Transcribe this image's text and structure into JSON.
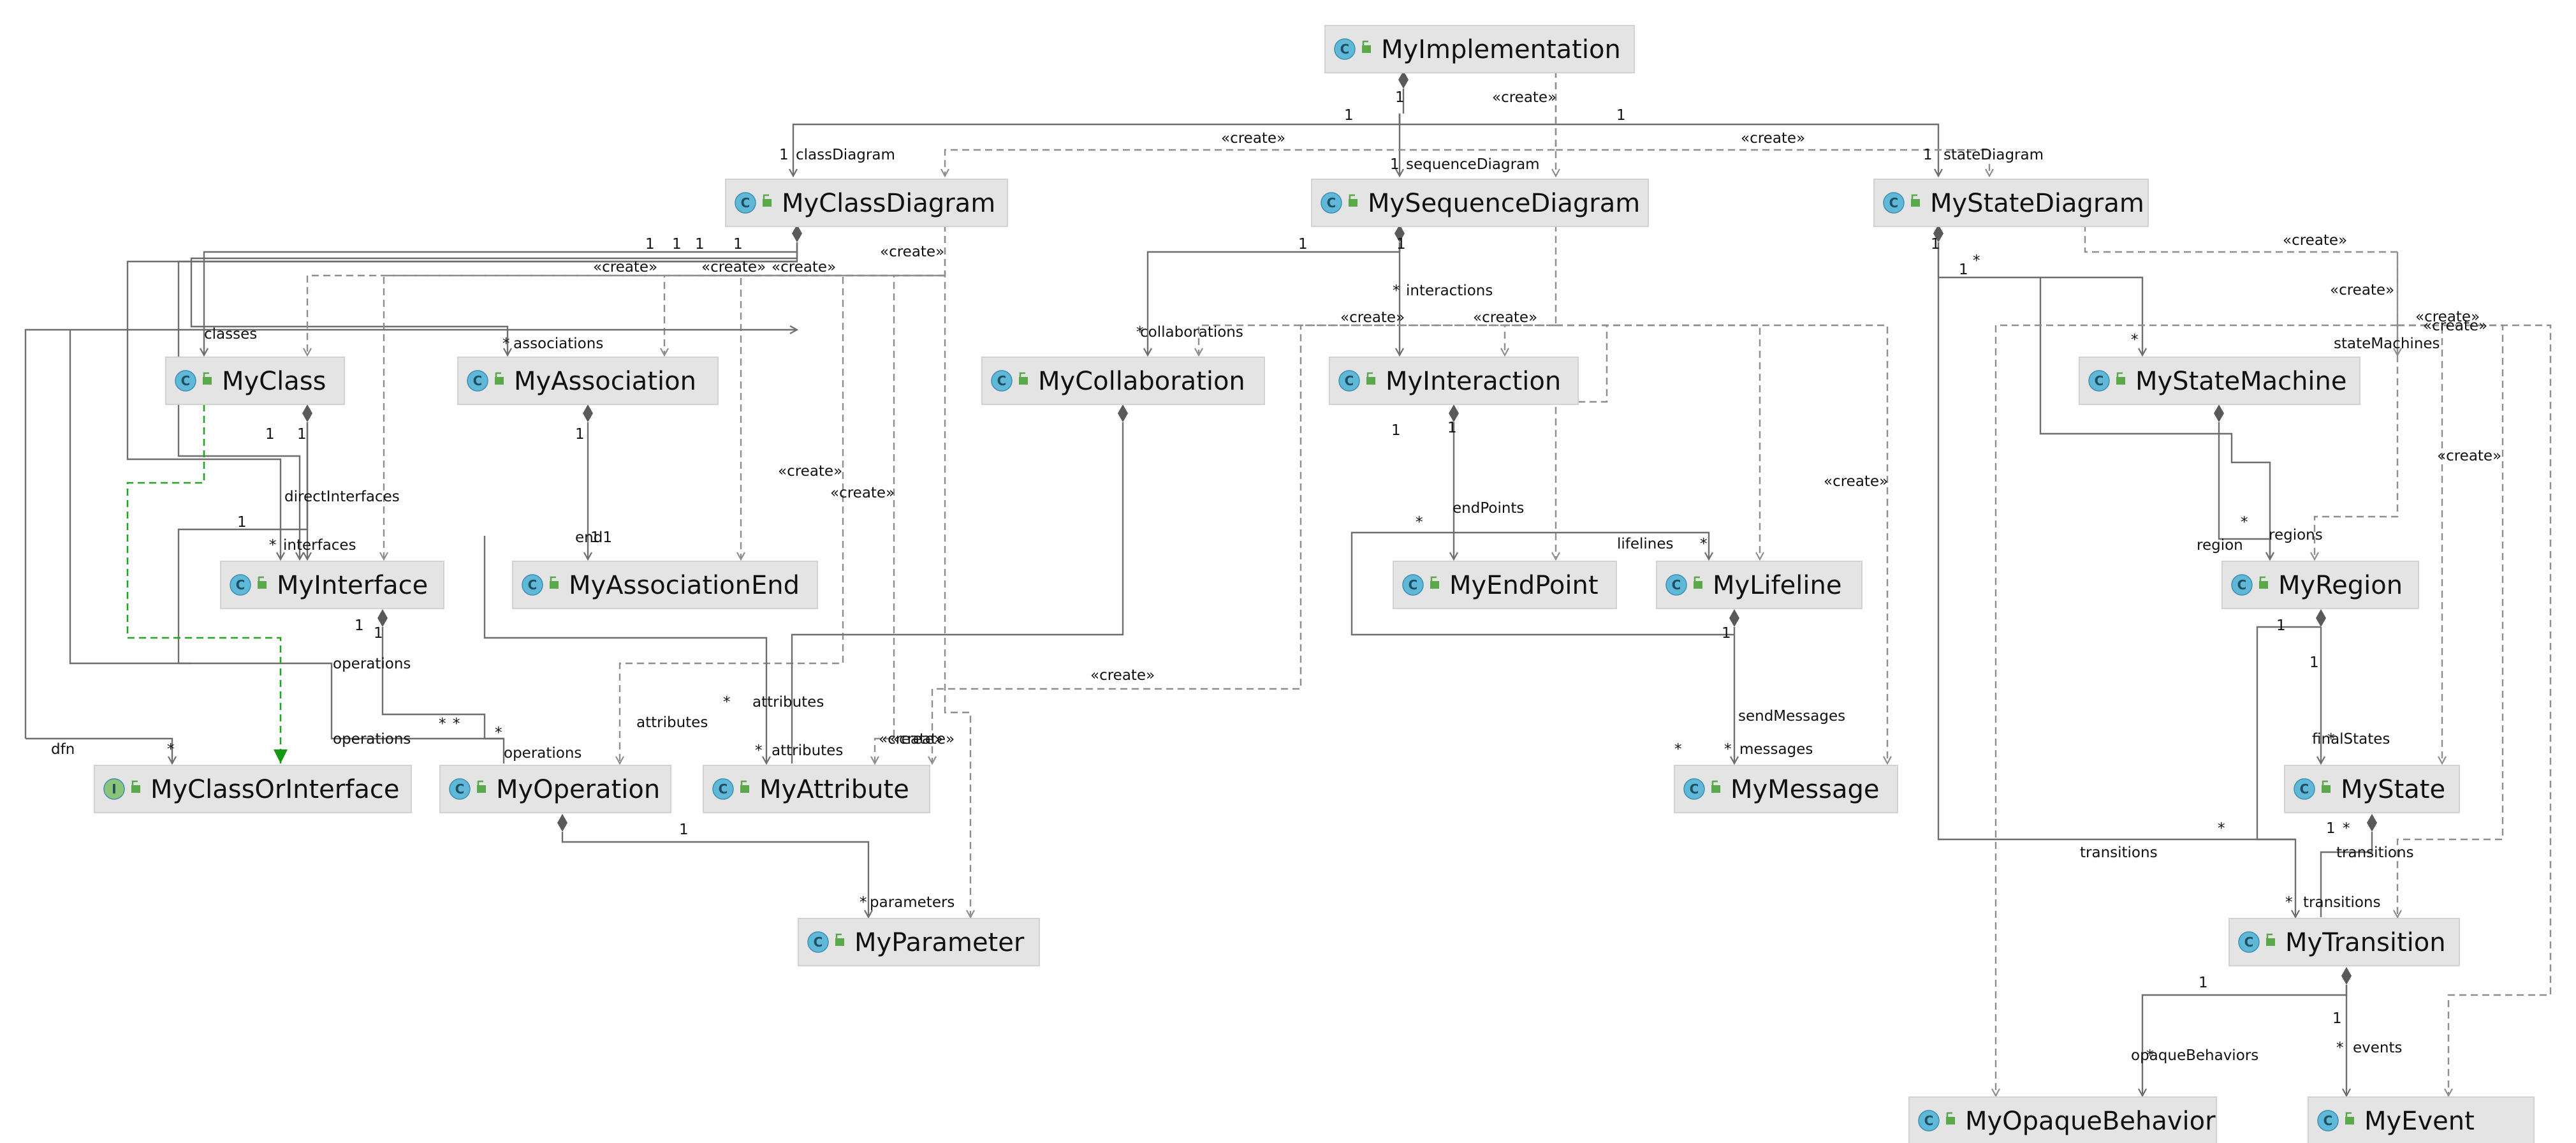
{
  "classes": [
    {
      "name": "MyImplementation",
      "kind": "class"
    },
    {
      "name": "MyClassDiagram",
      "kind": "class"
    },
    {
      "name": "MySequenceDiagram",
      "kind": "class"
    },
    {
      "name": "MyStateDiagram",
      "kind": "class"
    },
    {
      "name": "MyClass",
      "kind": "class"
    },
    {
      "name": "MyAssociation",
      "kind": "class"
    },
    {
      "name": "MyCollaboration",
      "kind": "class"
    },
    {
      "name": "MyInteraction",
      "kind": "class"
    },
    {
      "name": "MyStateMachine",
      "kind": "class"
    },
    {
      "name": "MyInterface",
      "kind": "class"
    },
    {
      "name": "MyAssociationEnd",
      "kind": "class"
    },
    {
      "name": "MyEndPoint",
      "kind": "class"
    },
    {
      "name": "MyLifeline",
      "kind": "class"
    },
    {
      "name": "MyRegion",
      "kind": "class"
    },
    {
      "name": "MyClassOrInterface",
      "kind": "interface"
    },
    {
      "name": "MyOperation",
      "kind": "class"
    },
    {
      "name": "MyAttribute",
      "kind": "class"
    },
    {
      "name": "MyMessage",
      "kind": "class"
    },
    {
      "name": "MyState",
      "kind": "class"
    },
    {
      "name": "MyParameter",
      "kind": "class"
    },
    {
      "name": "MyTransition",
      "kind": "class"
    },
    {
      "name": "MyOpaqueBehavior",
      "kind": "class"
    },
    {
      "name": "MyEvent",
      "kind": "class"
    }
  ],
  "edge_labels": [
    "1",
    "1",
    "1",
    "«create»",
    "«create»",
    "«create»",
    "1",
    "classDiagram",
    "1",
    "sequenceDiagram",
    "1",
    "stateDiagram",
    "1",
    "1",
    "1",
    "1",
    "«create»",
    "«create»",
    "«create»",
    "«create»",
    "1",
    "1",
    "1",
    "1",
    "«create»",
    "«create»",
    "«create»",
    "«create»",
    "«create»",
    "classes",
    "*",
    "associations",
    "*",
    "collaborations",
    "*",
    "interactions",
    "*",
    "stateMachines",
    "«create»",
    "1",
    "1",
    "1",
    "1",
    "*",
    "directInterfaces",
    "1",
    "*",
    "interfaces",
    "1",
    "end1",
    "1",
    "*",
    "endPoints",
    "lifelines",
    "*",
    "«create»",
    "«create»",
    "«create»",
    "«create»",
    "«create»",
    "*",
    "regions",
    "region",
    "1",
    "1",
    "operations",
    "operations",
    "*",
    "*",
    "*",
    "operations",
    "*",
    "attributes",
    "attributes",
    "*",
    "attributes",
    "«create»",
    "«create»",
    "dfn",
    "*",
    "1",
    "sendMessages",
    "*",
    "*",
    "messages",
    "1",
    "1",
    "finalStates",
    "*",
    "*",
    "1",
    "*",
    "transitions",
    "transitions",
    "*",
    "transitions",
    "1",
    "*",
    "parameters",
    "1",
    "1",
    "*",
    "opaqueBehaviors",
    "*",
    "events"
  ],
  "colors": {
    "class_badge": "#5fb8d8",
    "interface_badge": "#8cc47a",
    "visibility_icon": "#5aa84a",
    "box_fill": "#e4e4e4",
    "realization_edge": "#22a322"
  }
}
